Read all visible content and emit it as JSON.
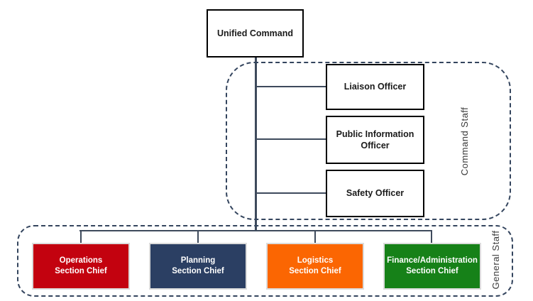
{
  "diagram": {
    "title_box": {
      "label": "Unified Command"
    },
    "command_staff": {
      "group_label": "Command Staff",
      "boxes": [
        {
          "label": "Liaison Officer"
        },
        {
          "label": "Public Information\nOfficer"
        },
        {
          "label": "Safety Officer"
        }
      ]
    },
    "general_staff": {
      "group_label": "General Staff",
      "boxes": [
        {
          "label": "Operations\nSection Chief",
          "color": "#C3020F"
        },
        {
          "label": "Planning\nSection Chief",
          "color": "#2B3F63"
        },
        {
          "label": "Logistics\nSection Chief",
          "color": "#FB6602"
        },
        {
          "label": "Finance/Administration\nSection Chief",
          "color": "#168118"
        }
      ]
    },
    "colors": {
      "group_border": "#34455E",
      "connector": "#3E4A5C",
      "node_border": "#000000",
      "node_text": "#ffffff"
    }
  }
}
